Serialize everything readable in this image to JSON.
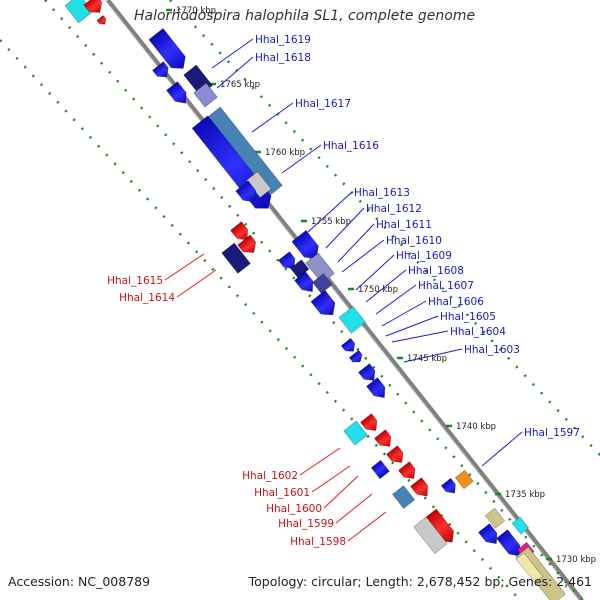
{
  "title": "Halorhodospira halophila SL1, complete genome",
  "footer": {
    "accession": "Accession: NC_008789",
    "summary": "Topology: circular; Length: 2,678,452 bp; Genes: 2,461"
  },
  "ruler_labels": [
    "1770 kbp",
    "1765 kbp",
    "1760 kbp",
    "1755 kbp",
    "1750 kbp",
    "1745 kbp",
    "1740 kbp",
    "1735 kbp",
    "1730 kbp"
  ],
  "gene_labels_forward": [
    "Hhal_1619",
    "Hhal_1618",
    "Hhal_1617",
    "Hhal_1616",
    "Hhal_1613",
    "Hhal_1612",
    "Hhal_1611",
    "Hhal_1610",
    "Hhal_1609",
    "Hhal_1608",
    "Hhal_1607",
    "Hhal_1606",
    "Hhal_1605",
    "Hhal_1604",
    "Hhal_1603",
    "Hhal_1597"
  ],
  "gene_labels_reverse": [
    "Hhal_1615",
    "Hhal_1614",
    "Hhal_1602",
    "Hhal_1601",
    "Hhal_1600",
    "Hhal_1599",
    "Hhal_1598"
  ],
  "colors": {
    "forward": "#1c1ce6",
    "forward_dark": "#1a1a78",
    "reverse": "#e61c1c",
    "steelblue": "#4682b4",
    "cyan": "#22e0e8",
    "orange": "#f0901c",
    "khaki": "#cdc48a",
    "grey": "#c8c8c8",
    "magenta": "#e0208a",
    "ruler": "#1a8a1a",
    "backbone": "#808080"
  }
}
